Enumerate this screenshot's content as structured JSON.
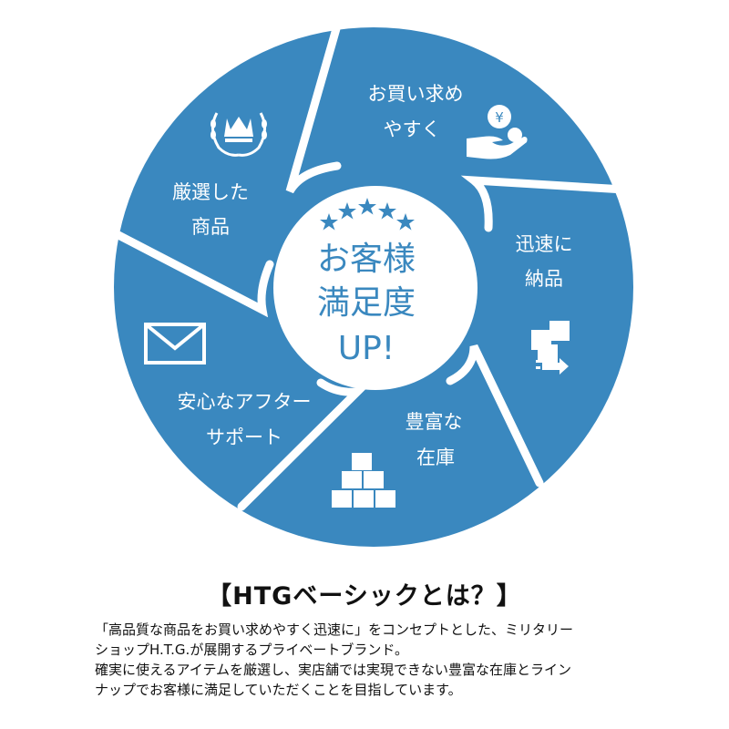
{
  "colors": {
    "wheel_blue": "#3a88bf",
    "separator": "#ffffff",
    "text_dark": "#111111"
  },
  "center": {
    "line1": "お客様",
    "line2": "満足度",
    "line3": "UP!",
    "stars_icon": "five-star-arc-icon"
  },
  "segments": [
    {
      "id": "easy-to-buy",
      "line1": "お買い求め",
      "line2": "やすく",
      "icon": "hand-with-coins-icon"
    },
    {
      "id": "fast-delivery",
      "line1": "迅速に",
      "line2": "納品",
      "icon": "boxes-delivery-icon"
    },
    {
      "id": "rich-inventory",
      "line1": "豊富な",
      "line2": "在庫",
      "icon": "stacked-boxes-icon"
    },
    {
      "id": "after-support",
      "line1": "安心なアフター",
      "line2": "サポート",
      "icon": "envelope-icon"
    },
    {
      "id": "selected-products",
      "line1": "厳選した",
      "line2": "商品",
      "icon": "crown-laurel-icon"
    }
  ],
  "heading": "【HTGベーシックとは？】",
  "description": {
    "line1": "「高品質な商品をお買い求めやすく迅速に」をコンセプトとした、ミリタリー",
    "line2": "ショップH.T.G.が展開するプライベートブランド。",
    "line3": "確実に使えるアイテムを厳選し、実店舗では実現できない豊富な在庫とライン",
    "line4": "ナップでお客様に満足していただくことを目指しています。"
  }
}
